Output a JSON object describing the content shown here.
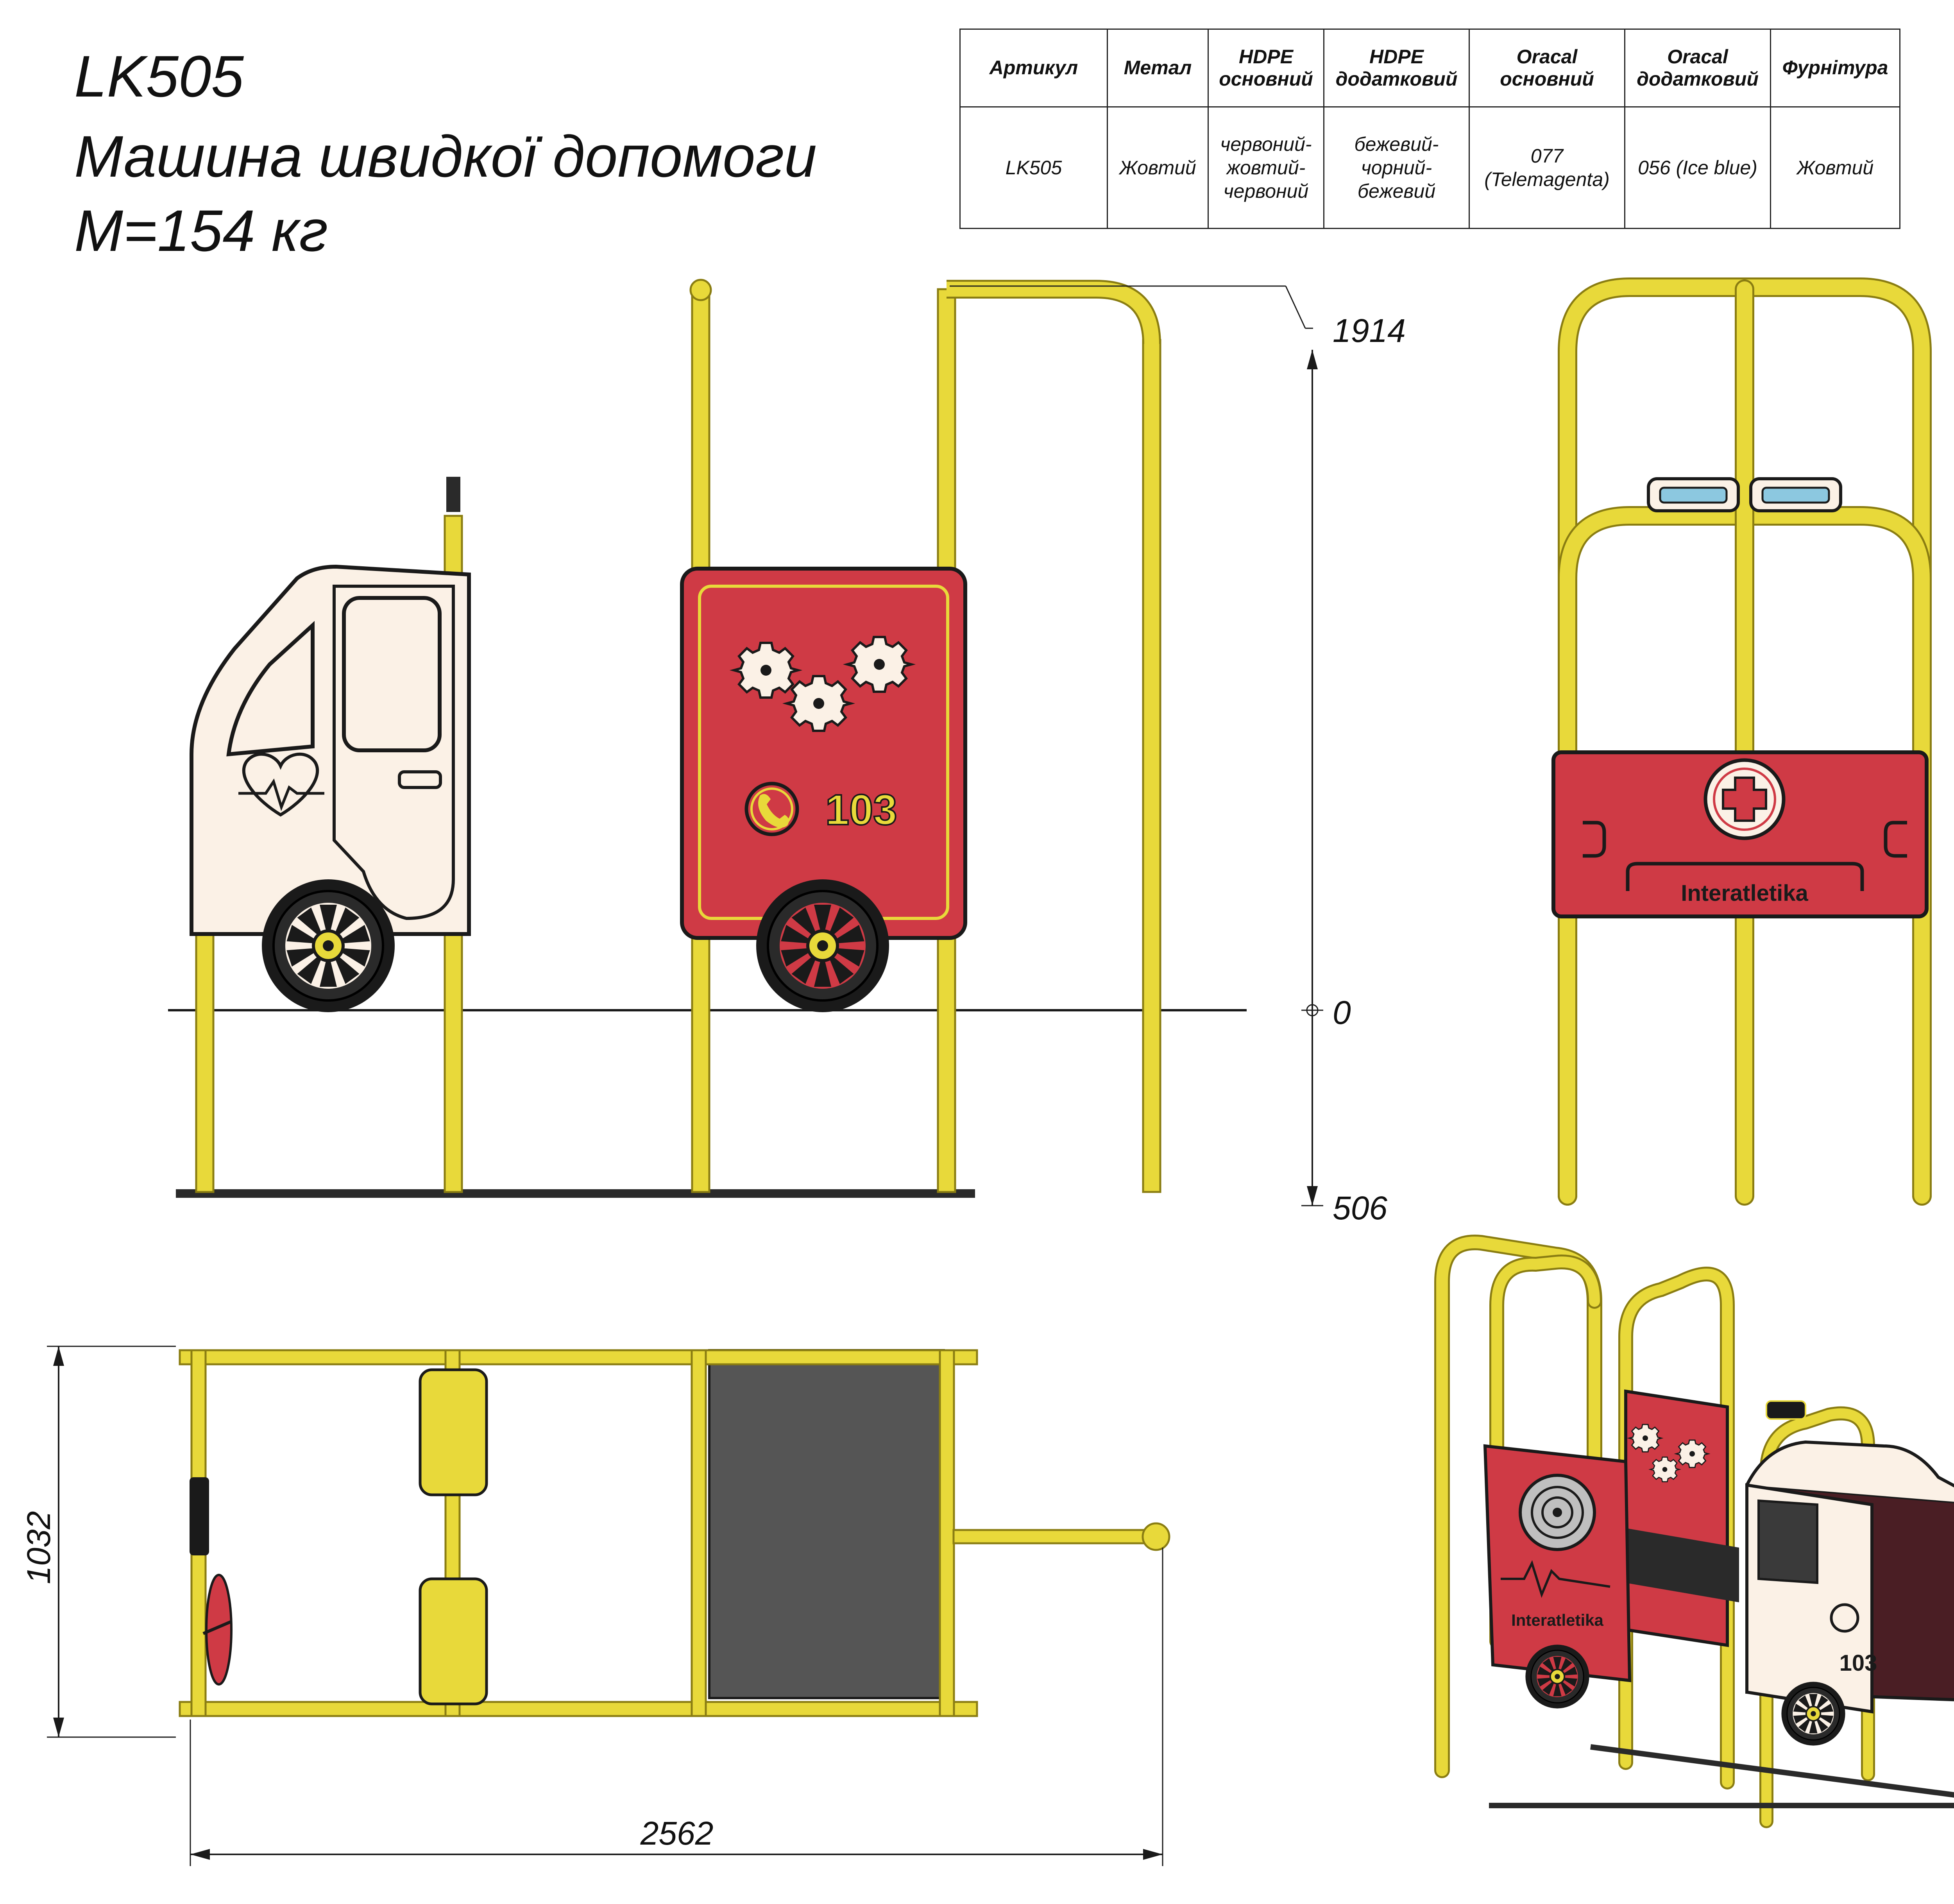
{
  "title": {
    "code": "LK505",
    "name": "Машина швидкої допомоги",
    "mass": "M=154 кг"
  },
  "spec_table": {
    "headers": [
      "Артикул",
      "Метал",
      "HDPE основний",
      "HDPE додатковий",
      "Oracal основний",
      "Oracal додатковий",
      "Фурнітура"
    ],
    "values": [
      "LK505",
      "Жовтий",
      "червоний-жовтий-червоний",
      "бежевий-чорний-бежевий",
      "077 (Telemagenta)",
      "056 (Ice blue)",
      "Жовтий"
    ]
  },
  "dimensions": {
    "height_top": "1914",
    "ground": "0",
    "depth_below": "506",
    "width": "1032",
    "length": "2562"
  },
  "panel_text": {
    "phone_number": "103",
    "brand": "Interatletika"
  },
  "colors": {
    "metal_yellow": "#E8D93A",
    "hdpe_red": "#CF3A45",
    "hdpe_beige": "#FBF1E6",
    "hdpe_black": "#1A1A1A",
    "floor_grey": "#555555",
    "light_blue": "#8CC8E0"
  },
  "icons": [
    "heart-pulse-icon",
    "phone-icon",
    "gears-icon",
    "medical-cross-icon",
    "maze-icon"
  ]
}
